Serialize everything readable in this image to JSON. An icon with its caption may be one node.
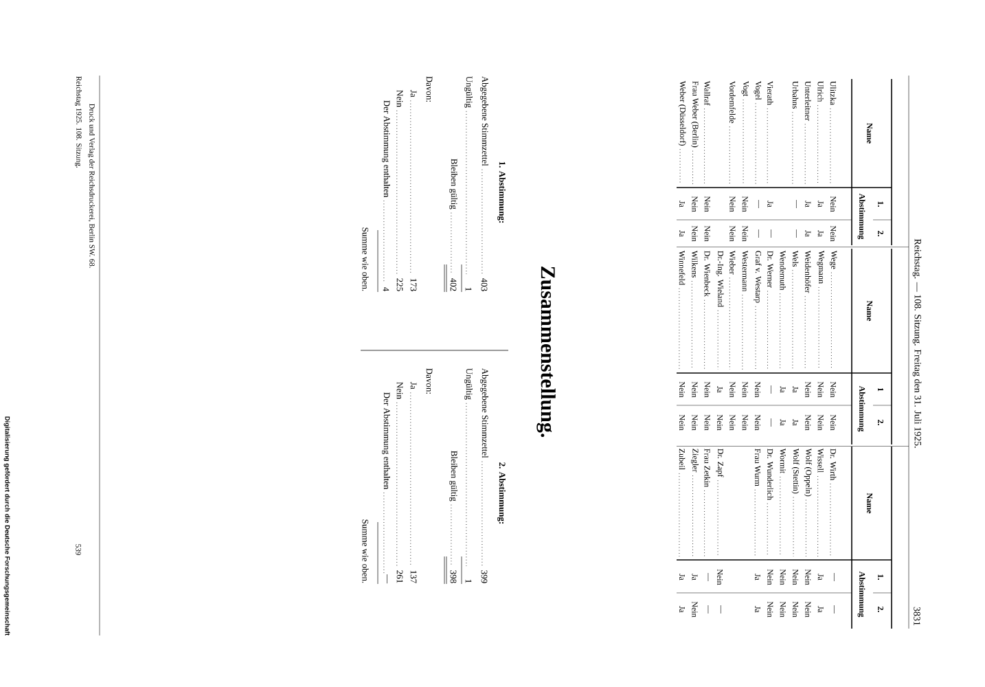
{
  "diagram": {
    "labels": [
      "Reichstag. — 108. Sitzung. Freitag den 31. Juli 1925.",
      "3831",
      "Name",
      "1.",
      "2.",
      "Abstimmung",
      "Ulitzka",
      "Nein",
      "Nein",
      "Ulrich",
      "Ja",
      "Ja",
      "Unterleitner",
      "Ja",
      "Ja",
      "Urbahns",
      "—",
      "—",
      "Vierath",
      "Ja",
      "—",
      "Vogel",
      "—",
      "—",
      "Vogt",
      "Nein",
      "Nein",
      "Vordemfelde",
      "Nein",
      "Nein",
      "Wallraf",
      "Nein",
      "Nein",
      "Frau Weber (Berlin)",
      "Nein",
      "Nein",
      "Weber (Düsseldorf)",
      "Ja",
      "Ja",
      "Name",
      "1",
      "2.",
      "Abstimmung",
      "Wege",
      "Nein",
      "Nein",
      "Wegmann",
      "Nein",
      "Nein",
      "Weidenhöfer",
      "Nein",
      "Nein",
      "Wels",
      "Ja",
      "Ja",
      "Wendemuth",
      "Ja",
      "Ja",
      "Dr. Werner",
      "—",
      "—",
      "Graf v. Westarp",
      "Nein",
      "Nein",
      "Westermann",
      "Nein",
      "Nein",
      "Wieber",
      "Nein",
      "Nein",
      "Dr.-Ing. Wieland",
      "Ja",
      "Nein",
      "Dr. Wienbeck",
      "Nein",
      "Nein",
      "Wilkens",
      "Nein",
      "Nein",
      "Winnefeld",
      "Nein",
      "Nein",
      "Name",
      "1.",
      "2.",
      "Abstimmung",
      "Dr. Wirth",
      "—",
      "—",
      "Wissell",
      "Ja",
      "Ja",
      "Wolf (Oppeln)",
      "Nein",
      "Nein",
      "Wolf (Stettin)",
      "Nein",
      "Nein",
      "Wormit",
      "Nein",
      "Nein",
      "Dr. Wunderlich",
      "Nein",
      "Nein",
      "Frau Wurm",
      "Ja",
      "Ja",
      "Dr. Zapf",
      "Nein",
      "—",
      "Frau Zetkin",
      "—",
      "—",
      "Ziegler",
      "Ja",
      "Nein",
      "Zubeil",
      "Ja",
      "Ja",
      "Zusammenstellung.",
      "1. Abstimmung:",
      "Abgegebene Stimmzettel",
      "403",
      "Ungültig",
      "1",
      "Bleiben gültig",
      "402",
      "Davon:",
      "Ja",
      "173",
      "Nein",
      "225",
      "Der Abstimmung enthalten",
      "4",
      "Summe wie oben.",
      "2. Abstimmung:",
      "Abgegebene Stimmzettel",
      "399",
      "Ungültig",
      "1",
      "Bleiben gültig",
      "398",
      "Davon:",
      "Ja",
      "137",
      "Nein",
      "261",
      "Der Abstimmung enthalten",
      "—",
      "Summe wie oben.",
      "Reichstag 1925. 108. Sitzung.",
      "Druck und Verlag der Reichsdruckerei, Berlin SW. 68.",
      "539",
      "Digitalisierung gefördert durch die Deutsche Forschungsgemeinschaft"
    ]
  }
}
